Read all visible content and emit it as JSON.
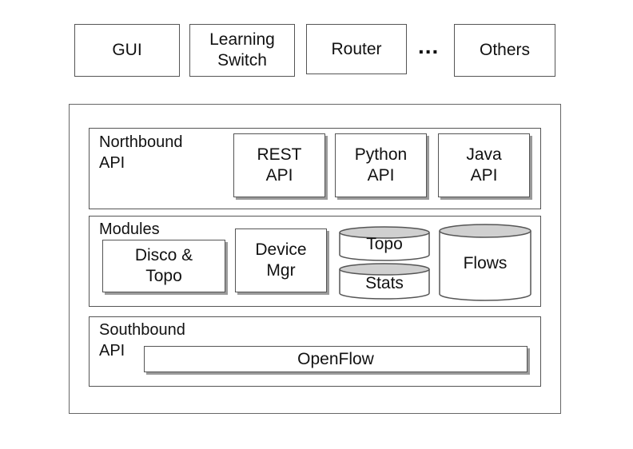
{
  "apps": {
    "gui": "GUI",
    "learning_switch": "Learning\nSwitch",
    "router": "Router",
    "ellipsis": "...",
    "others": "Others"
  },
  "controller": {
    "northbound": {
      "title": "Northbound\nAPI",
      "rest": "REST\nAPI",
      "python": "Python\nAPI",
      "java": "Java\nAPI"
    },
    "modules": {
      "title": "Modules",
      "disco_topo": "Disco &\nTopo",
      "device_mgr": "Device\nMgr",
      "topo": "Topo",
      "stats": "Stats",
      "flows": "Flows"
    },
    "southbound": {
      "title": "Southbound\nAPI",
      "openflow": "OpenFlow"
    }
  }
}
